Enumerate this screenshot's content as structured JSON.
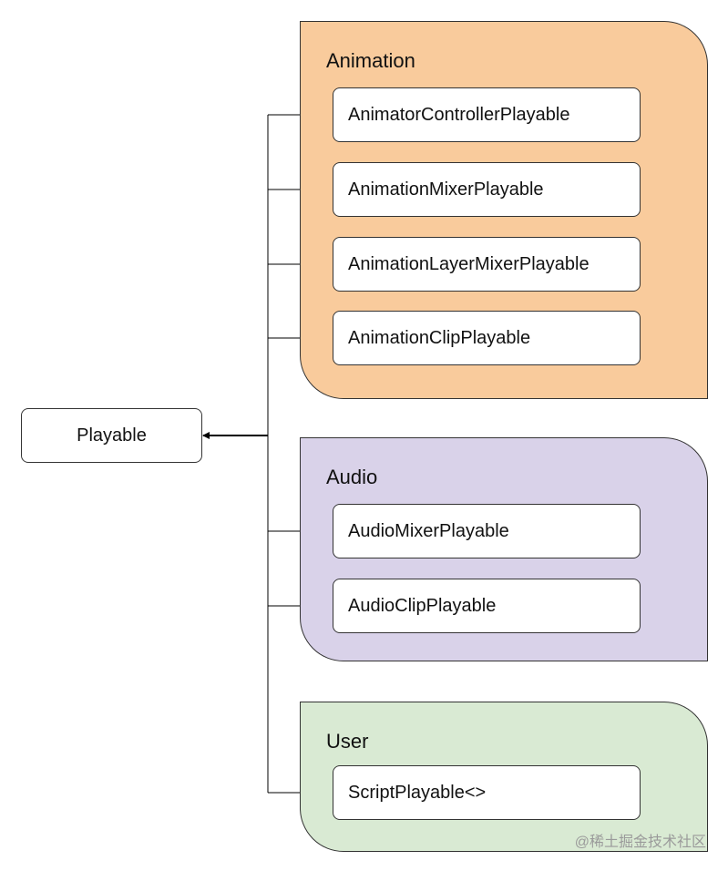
{
  "colors": {
    "animation_fill": "#f9cb9c",
    "audio_fill": "#d9d2e9",
    "user_fill": "#d9ead3",
    "line": "#000000"
  },
  "root": {
    "label": "Playable"
  },
  "groups": {
    "animation": {
      "title": "Animation",
      "items": [
        "AnimatorControllerPlayable",
        "AnimationMixerPlayable",
        "AnimationLayerMixerPlayable",
        "AnimationClipPlayable"
      ]
    },
    "audio": {
      "title": "Audio",
      "items": [
        "AudioMixerPlayable",
        "AudioClipPlayable"
      ]
    },
    "user": {
      "title": "User",
      "items": [
        "ScriptPlayable<>"
      ]
    }
  },
  "watermark": "@稀土掘金技术社区"
}
